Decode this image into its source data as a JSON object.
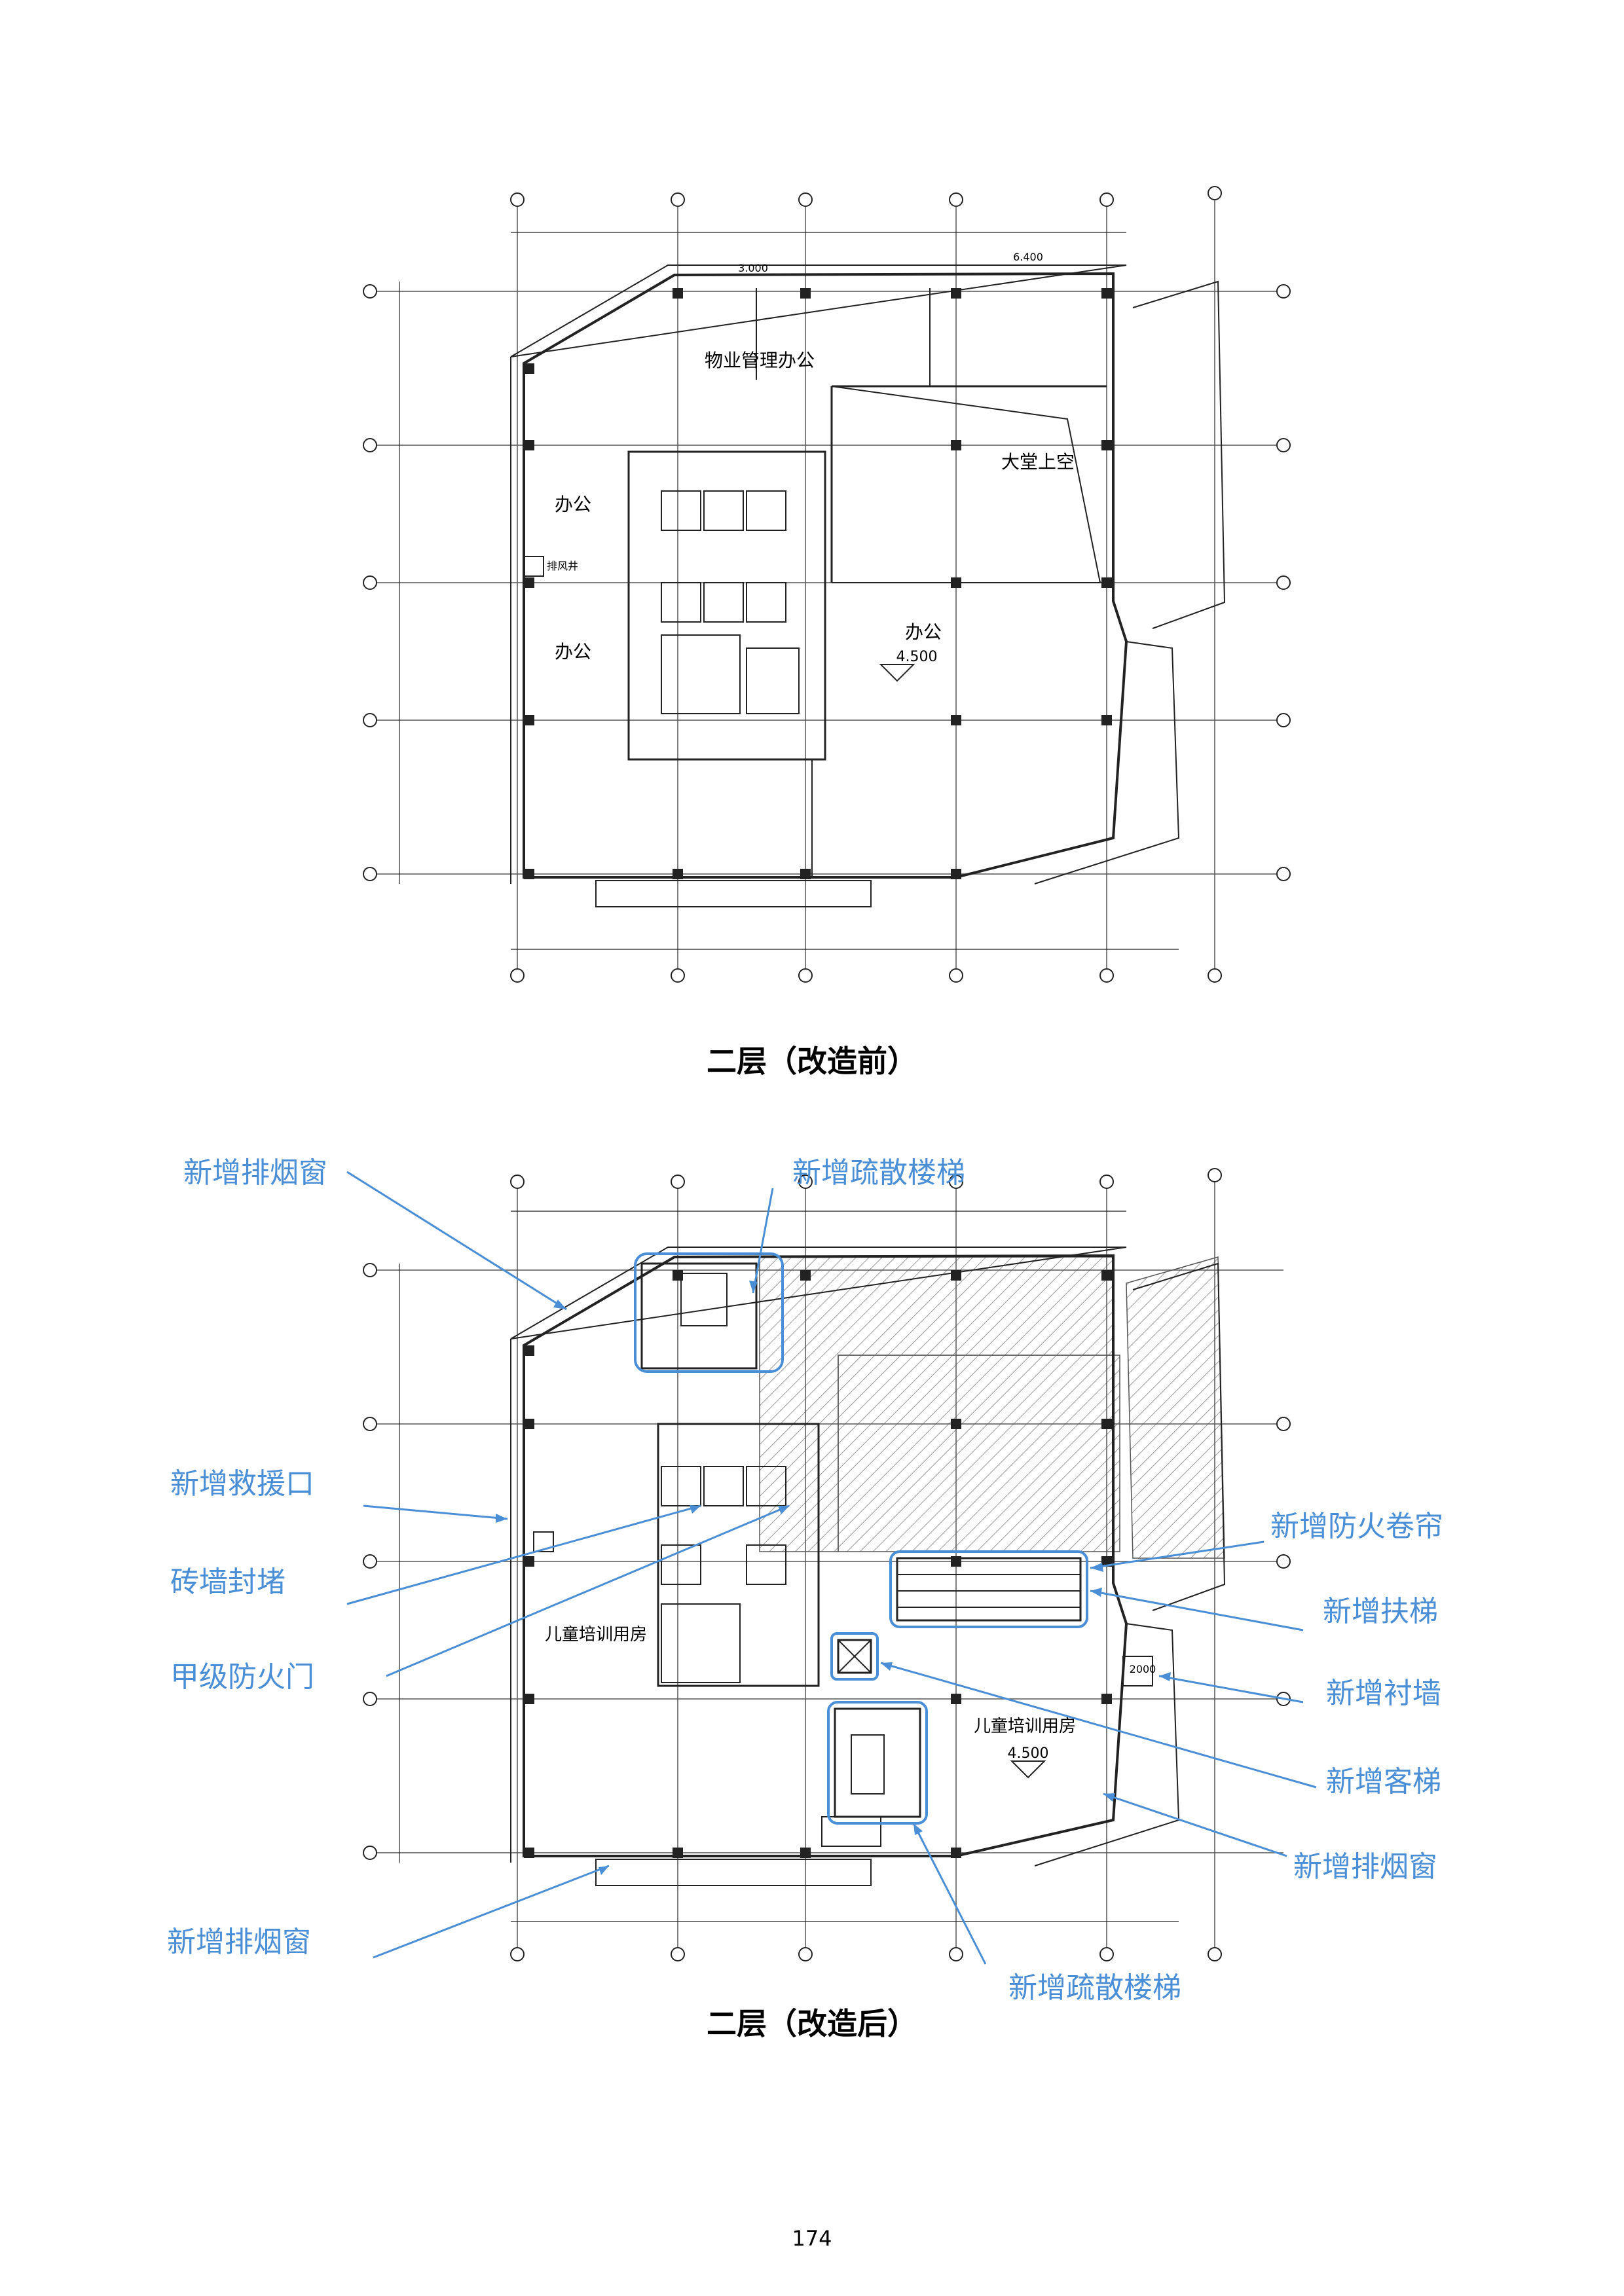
{
  "colors": {
    "annotation": "#4a8fd6",
    "line": "#222222",
    "hatch": "#888888"
  },
  "plan_before": {
    "caption": "二层（改造前）",
    "rooms": [
      "物业管理办公",
      "大堂上空",
      "办公",
      "办公",
      "办公"
    ],
    "level_mark": "4.500",
    "elev_marks": [
      "3.000",
      "6.400"
    ],
    "shaft_label": "排风井"
  },
  "plan_after": {
    "caption": "二层（改造后）",
    "rooms": [
      "儿童培训用房",
      "儿童培训用房"
    ],
    "level_mark": "4.500",
    "dim_mark": "2000"
  },
  "annotations": {
    "smoke_window_top": "新增排烟窗",
    "stair_top": "新增疏散楼梯",
    "rescue_opening": "新增救援口",
    "brick_wall": "砖墙封堵",
    "fire_door": "甲级防火门",
    "fire_shutter": "新增防火卷帘",
    "escalator": "新增扶梯",
    "lining_wall": "新增衬墙",
    "elevator": "新增客梯",
    "smoke_window_right": "新增排烟窗",
    "smoke_window_bottom": "新增排烟窗",
    "stair_bottom": "新增疏散楼梯"
  },
  "page_number": "174"
}
